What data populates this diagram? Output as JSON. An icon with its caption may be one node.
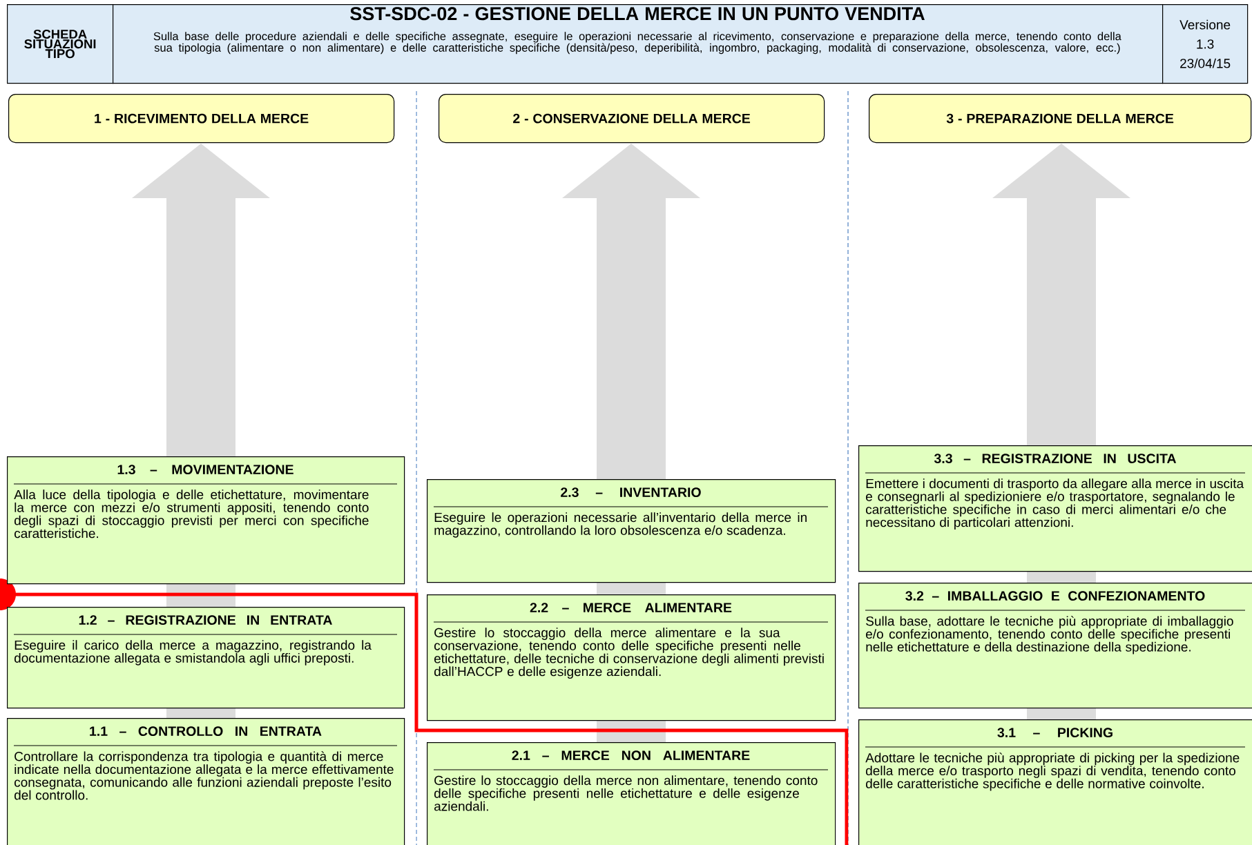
{
  "diagram": {
    "nodes": [
      {
        "text": [
          "SCHEDA SITUAZIONI TIPO"
        ]
      },
      {
        "text": [
          "SST-SDC-02 - GESTIONE DELLA MERCE IN UN PUNTO VENDITA",
          "Sulla base delle procedure aziendali e delle specifiche assegnate, eseguire le operazioni necessarie al ricevimento, conservazione e preparazione della merce, tenendo conto della sua tipologia (alimentare o non alimentare) e delle caratteristiche specifiche (densità/peso, deperibilità, ingombro, packaging, modalità di conservazione, obsolescenza, valore, ecc.)"
        ]
      },
      {
        "text": [
          "Versione",
          "1.3",
          "23/04/15"
        ]
      },
      {
        "text": [
          "1 - RICEVIMENTO DELLA MERCE"
        ]
      },
      {
        "text": [
          "2 - CONSERVAZIONE DELLA MERCE"
        ]
      },
      {
        "text": [
          "3 - PREPARAZIONE DELLA MERCE"
        ]
      },
      {
        "text": [
          "1.3 – MOVIMENTAZIONE",
          "Alla luce della tipologia e delle etichettature, movimentare la merce con mezzi e/o strumenti appositi, tenendo conto degli spazi di stoccaggio previsti per merci con specifiche caratteristiche."
        ]
      },
      {
        "text": [
          "2.3 – INVENTARIO",
          "Eseguire le operazioni necessarie all’inventario della merce in magazzino, controllando la loro obsolescenza e/o scadenza."
        ]
      },
      {
        "text": [
          "3.3 – REGISTRAZIONE IN USCITA",
          "Emettere i documenti di trasporto da allegare alla merce in uscita e consegnarli al spedizioniere e/o trasportatore, segnalando le caratteristiche specifiche in caso di merci alimentari e/o che necessitano di particolari attenzioni."
        ]
      },
      {
        "text": [
          "1.2 – REGISTRAZIONE IN ENTRATA",
          "Eseguire il carico della merce a magazzino, registrando la documentazione allegata e smistandola agli uffici preposti."
        ]
      },
      {
        "text": [
          "2.2 – MERCE ALIMENTARE",
          "Gestire lo stoccaggio della merce alimentare e la sua conservazione, tenendo conto delle specifiche presenti nelle etichettature, delle tecniche di conservazione degli alimenti previsti dall’HACCP e delle esigenze aziendali."
        ]
      },
      {
        "text": [
          "3.2 – IMBALLAGGIO E CONFEZIONAMENTO",
          "Sulla base, adottare le tecniche più appropriate di imballaggio e/o confezionamento, tenendo conto delle specifiche presenti nelle etichettature e della destinazione della spedizione."
        ]
      },
      {
        "text": [
          "1.1 – CONTROLLO IN ENTRATA",
          "Controllare la corrispondenza tra tipologia e quantità di merce indicate nella documentazione allegata e la merce effettivamente consegnata, comunicando alle funzioni aziendali preposte l’esito del controllo."
        ]
      },
      {
        "text": [
          "2.1 – MERCE NON ALIMENTARE",
          "Gestire lo stoccaggio della merce non alimentare, tenendo conto delle specifiche presenti nelle etichettature e delle esigenze aziendali."
        ]
      },
      {
        "text": [
          "3.1 – PICKING",
          "Adottare le tecniche più appropriate di picking per la spedizione della merce e/o trasporto negli spazi di vendita, tenendo conto delle caratteristiche specifiche e delle normative coinvolte."
        ]
      }
    ]
  }
}
